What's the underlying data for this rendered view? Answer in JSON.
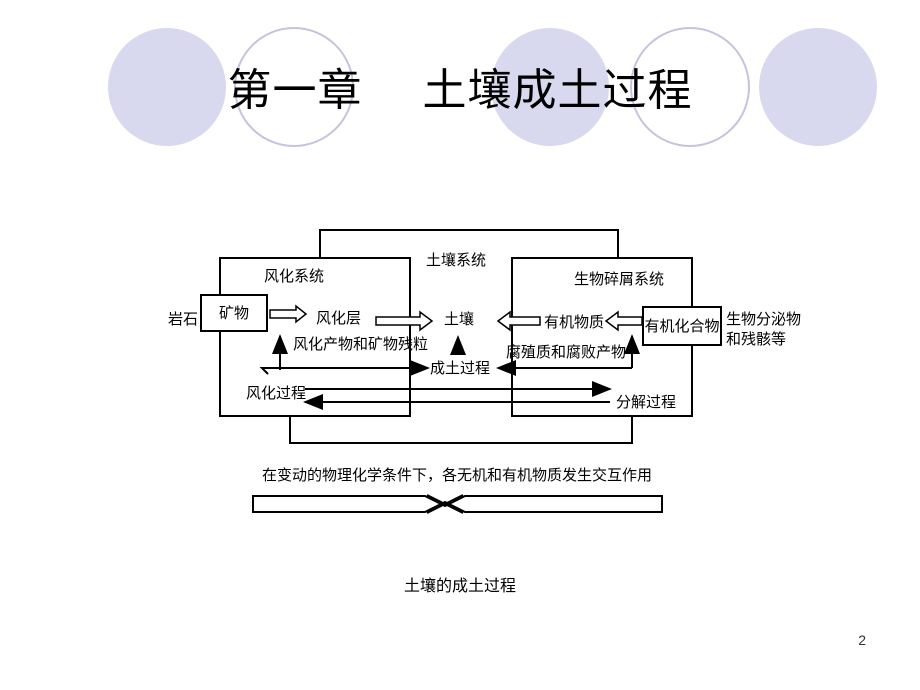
{
  "slide": {
    "title_part1": "第一章",
    "title_part2": "土壤成土过程",
    "page_number": "2",
    "caption": "土壤的成土过程"
  },
  "diagram": {
    "soil_system": "土壤系统",
    "weathering_system": "风化系统",
    "bio_debris_system": "生物碎屑系统",
    "rock": "岩石",
    "mineral": "矿物",
    "weathering_layer": "风化层",
    "soil": "土壤",
    "organic_matter": "有机物质",
    "organic_compound": "有机化合物",
    "bio_secretions_line1": "生物分泌物",
    "bio_secretions_line2": "和残骸等",
    "weathering_products": "风化产物和矿物残粒",
    "humus_products": "腐殖质和腐败产物",
    "soil_forming_process": "成土过程",
    "weathering_process": "风化过程",
    "decomposition_process": "分解过程",
    "interaction_text": "在变动的物理化学条件下，各无机和有机物质发生交互作用"
  },
  "colors": {
    "circle_fill": "#d8d8ee",
    "circle_stroke": "#b8b8d8"
  }
}
